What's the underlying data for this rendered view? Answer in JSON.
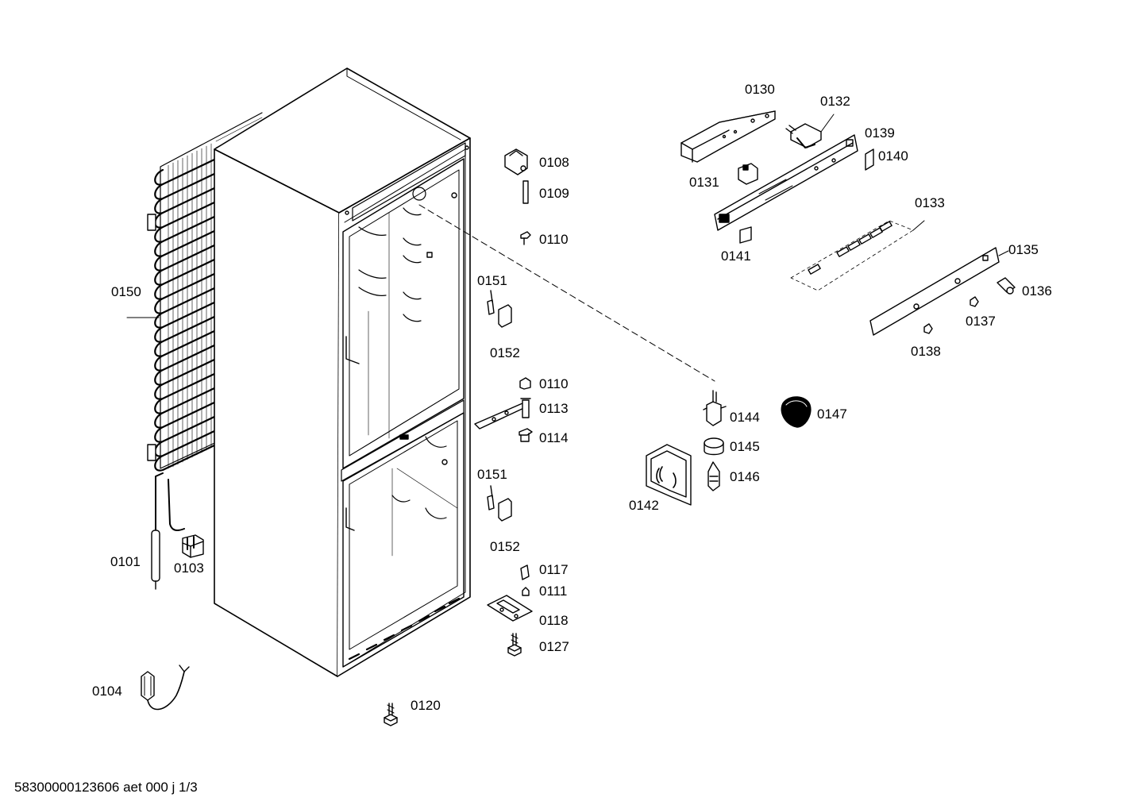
{
  "labels": [
    {
      "text": "0130"
    },
    {
      "text": "0132"
    },
    {
      "text": "0139"
    },
    {
      "text": "0140"
    },
    {
      "text": "0131"
    },
    {
      "text": "0133"
    },
    {
      "text": "0141"
    },
    {
      "text": "0135"
    },
    {
      "text": "0136"
    },
    {
      "text": "0137"
    },
    {
      "text": "0138"
    },
    {
      "text": "0108"
    },
    {
      "text": "0109"
    },
    {
      "text": "0110"
    },
    {
      "text": "0151"
    },
    {
      "text": "0152"
    },
    {
      "text": "0110"
    },
    {
      "text": "0113"
    },
    {
      "text": "0114"
    },
    {
      "text": "0151"
    },
    {
      "text": "0152"
    },
    {
      "text": "0117"
    },
    {
      "text": "0111"
    },
    {
      "text": "0118"
    },
    {
      "text": "0127"
    },
    {
      "text": "0120"
    },
    {
      "text": "0150"
    },
    {
      "text": "0101"
    },
    {
      "text": "0103"
    },
    {
      "text": "0104"
    },
    {
      "text": "0144"
    },
    {
      "text": "0147"
    },
    {
      "text": "0145"
    },
    {
      "text": "0146"
    },
    {
      "text": "0142"
    }
  ],
  "footer": {
    "text": "58300000123606 aet 000 j 1/3"
  }
}
